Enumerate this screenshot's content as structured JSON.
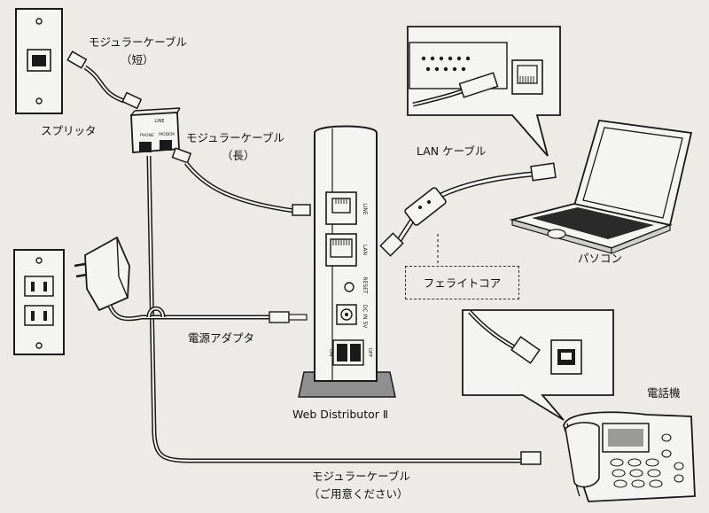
{
  "labels": {
    "cable_short_name": "モジュラーケーブル",
    "cable_short_note": "（短）",
    "splitter": "スプリッタ",
    "cable_long_name": "モジュラーケーブル",
    "cable_long_note": "（長）",
    "lan_cable": "LAN ケーブル",
    "pc": "パソコン",
    "ferrite_core": "フェライトコア",
    "power_adapter": "電源アダプタ",
    "device": "Web Distributor Ⅱ",
    "telephone": "電話機",
    "cable_own_name": "モジュラーケーブル",
    "cable_own_note": "（ご用意ください）"
  },
  "device_ports": {
    "line": "LINE",
    "lan": "LAN",
    "reset": "RESET",
    "dc_in": "DC IN 5V",
    "on": "ON",
    "off": "OFF"
  },
  "splitter_ports": {
    "line": "LINE",
    "phone": "PHONE",
    "modem": "MODEM"
  },
  "colors": {
    "line": "#1a1a1a",
    "background": "#ecebe8",
    "device_body": "#f4f4f2",
    "stand": "#8f8f8f"
  }
}
